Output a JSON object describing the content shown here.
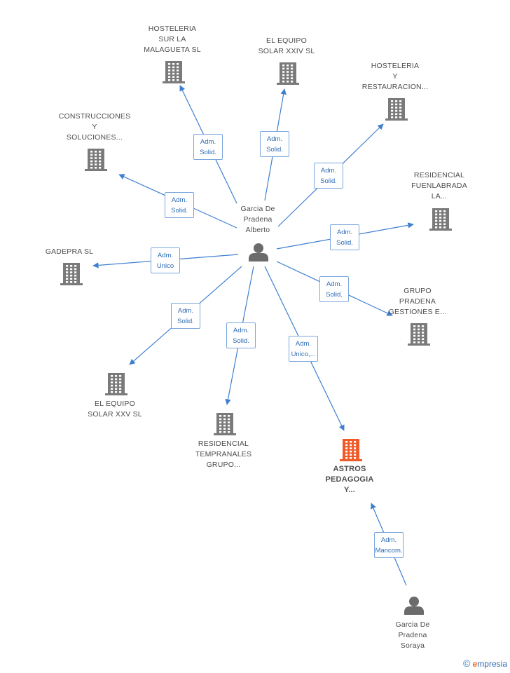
{
  "colors": {
    "edge": "#3f7fcf",
    "building": "#7a7a7a",
    "building_highlight": "#f05a28",
    "person": "#6b6b6b"
  },
  "people": [
    {
      "id": "person-alberto",
      "label": "Garcia De\nPradena\nAlberto",
      "icon": "person-icon"
    },
    {
      "id": "person-soraya",
      "label": "Garcia De\nPradena\nSoraya",
      "icon": "person-icon"
    }
  ],
  "companies": [
    {
      "id": "hosteleria-sur",
      "label": "HOSTELERIA\nSUR LA\nMALAGUETA  SL",
      "icon": "building-icon"
    },
    {
      "id": "equipo-xxiv",
      "label": "EL EQUIPO\nSOLAR XXIV  SL",
      "icon": "building-icon"
    },
    {
      "id": "hosteleria-rest",
      "label": "HOSTELERIA\nY\nRESTAURACION...",
      "icon": "building-icon"
    },
    {
      "id": "construcciones",
      "label": "CONSTRUCCIONES\nY\nSOLUCIONES...",
      "icon": "building-icon"
    },
    {
      "id": "residencial-fuen",
      "label": "RESIDENCIAL\nFUENLABRADA\nLA...",
      "icon": "building-icon"
    },
    {
      "id": "gadepra",
      "label": "GADEPRA SL",
      "icon": "building-icon"
    },
    {
      "id": "grupo-pradena",
      "label": "GRUPO\nPRADENA\nGESTIONES E...",
      "icon": "building-icon"
    },
    {
      "id": "equipo-xxv",
      "label": "EL EQUIPO\nSOLAR XXV  SL",
      "icon": "building-icon"
    },
    {
      "id": "residencial-temp",
      "label": "RESIDENCIAL\nTEMPRANALES\nGRUPO...",
      "icon": "building-icon"
    },
    {
      "id": "astros",
      "label": "ASTROS\nPEDAGOGIA\nY...",
      "icon": "building-icon",
      "highlighted": true
    }
  ],
  "relations": [
    {
      "from": "person-alberto",
      "to": "hosteleria-sur",
      "role": "Adm.\nSolid."
    },
    {
      "from": "person-alberto",
      "to": "equipo-xxiv",
      "role": "Adm.\nSolid."
    },
    {
      "from": "person-alberto",
      "to": "hosteleria-rest",
      "role": "Adm.\nSolid."
    },
    {
      "from": "person-alberto",
      "to": "construcciones",
      "role": "Adm.\nSolid."
    },
    {
      "from": "person-alberto",
      "to": "residencial-fuen",
      "role": "Adm.\nSolid."
    },
    {
      "from": "person-alberto",
      "to": "gadepra",
      "role": "Adm.\nUnico"
    },
    {
      "from": "person-alberto",
      "to": "grupo-pradena",
      "role": "Adm.\nSolid."
    },
    {
      "from": "person-alberto",
      "to": "equipo-xxv",
      "role": "Adm.\nSolid."
    },
    {
      "from": "person-alberto",
      "to": "residencial-temp",
      "role": "Adm.\nSolid."
    },
    {
      "from": "person-alberto",
      "to": "astros",
      "role": "Adm.\nUnico,..."
    },
    {
      "from": "person-soraya",
      "to": "astros",
      "role": "Adm.\nMancom."
    }
  ],
  "brand": {
    "copyright": "©",
    "initial": "e",
    "name": "mpresia"
  }
}
